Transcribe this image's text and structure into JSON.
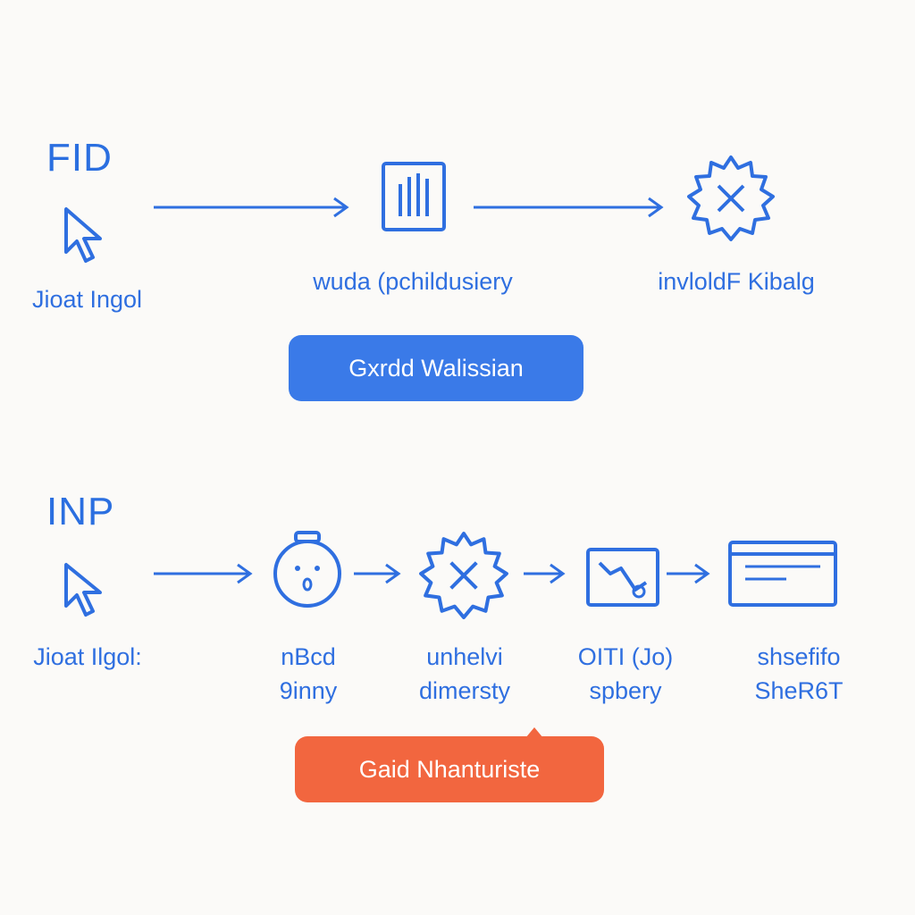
{
  "colors": {
    "accent": "#2f6fe0",
    "primary_button": "#3a7ae8",
    "secondary_button": "#f2663f",
    "background": "#fbfaf8"
  },
  "fid": {
    "heading": "FID",
    "steps": [
      {
        "icon": "cursor-icon",
        "label": "Jioat Ingol"
      },
      {
        "icon": "bar-chart-icon",
        "label": "wuda (pchildusiery"
      },
      {
        "icon": "error-badge-icon",
        "label": "invloldF Kibalg"
      }
    ],
    "button_label": "Gxrdd Walissian"
  },
  "inp": {
    "heading": "INP",
    "steps": [
      {
        "icon": "cursor-icon",
        "label": "Jioat Ilgol:"
      },
      {
        "icon": "face-icon",
        "label_line1": "nBcd",
        "label_line2": "9inny"
      },
      {
        "icon": "error-badge-icon",
        "label_line1": "unhelvi",
        "label_line2": "dimersty"
      },
      {
        "icon": "chart-window-icon",
        "label_line1": "OITI (Jo)",
        "label_line2": "spbery"
      },
      {
        "icon": "browser-window-icon",
        "label_line1": "shsefifo",
        "label_line2": "SheR6T"
      }
    ],
    "button_label": "Gaid Nhanturiste"
  }
}
